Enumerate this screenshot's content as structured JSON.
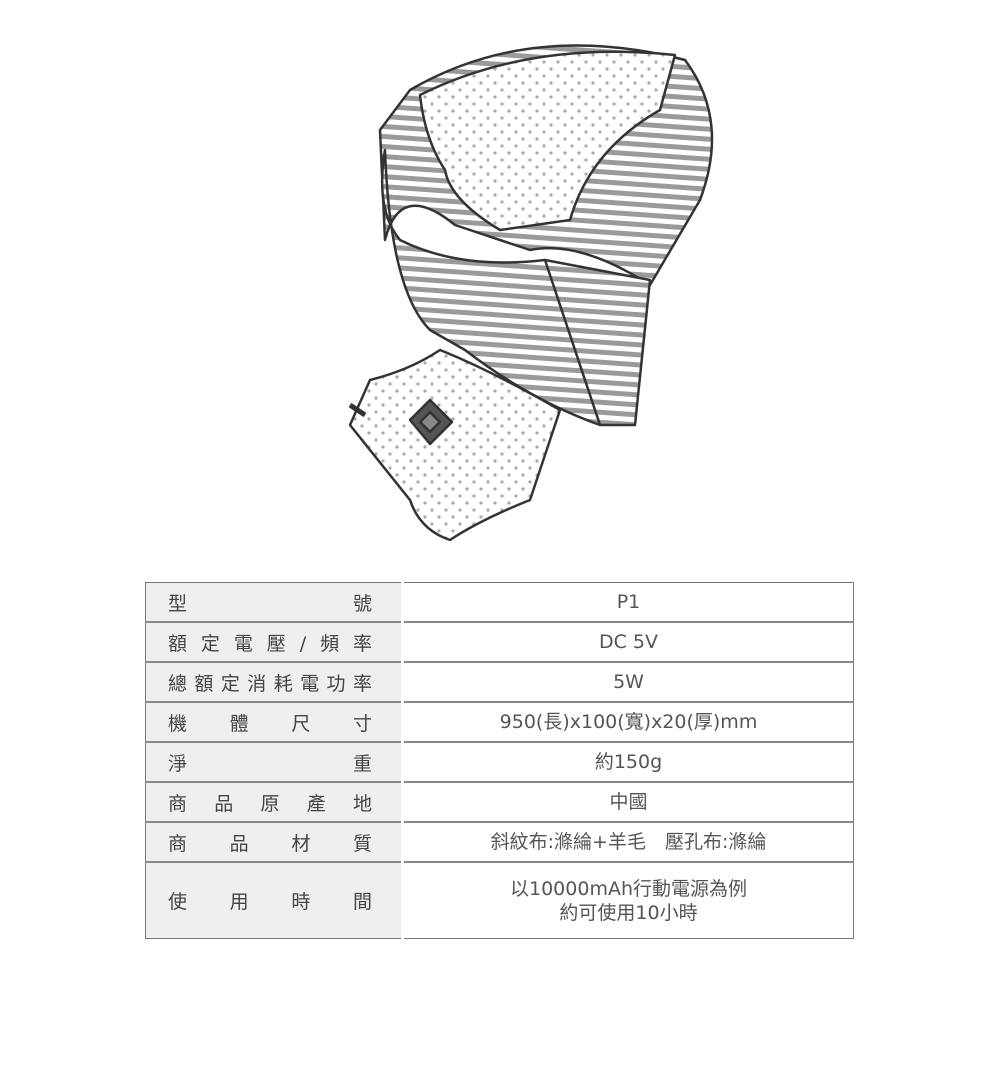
{
  "specs": [
    {
      "label": "型號",
      "value": "P1"
    },
    {
      "label": "額定電壓/頻率",
      "value": "DC 5V"
    },
    {
      "label": "總額定消耗電功率",
      "value": "5W"
    },
    {
      "label": "機體尺寸",
      "value": "950(長)x100(寬)x20(厚)mm"
    },
    {
      "label": "淨重",
      "value": "約150g"
    },
    {
      "label": "商品原產地",
      "value": "中國"
    },
    {
      "label": "商品材質",
      "value": "斜紋布:滌綸+羊毛　壓孔布:滌綸"
    },
    {
      "label": "使用時間",
      "value": "以10000mAh行動電源為例",
      "value2": "約可使用10小時"
    }
  ]
}
